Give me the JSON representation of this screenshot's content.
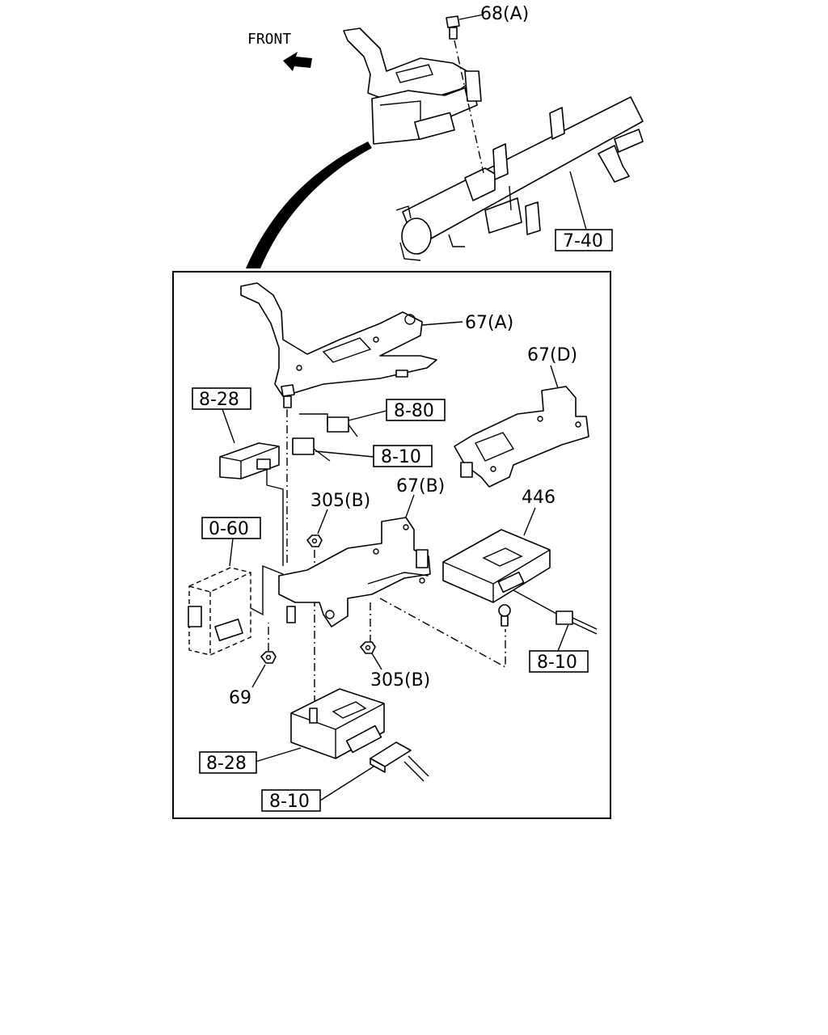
{
  "direction_label": "FRONT",
  "part_labels": {
    "bolt_68a": "68(A)",
    "bracket_67a": "67(A)",
    "bracket_67d": "67(D)",
    "bracket_67b": "67(B)",
    "nut_305b_upper": "305(B)",
    "nut_305b_lower": "305(B)",
    "module_446": "446",
    "nut_69": "69"
  },
  "reference_boxes": {
    "crossmember_ref": "7-40",
    "module_ref_upper": "8-28",
    "connector_ref_880": "8-80",
    "connector_ref_810_upper": "8-10",
    "unit_ref_060": "0-60",
    "connector_ref_810_right": "8-10",
    "module_ref_lower": "8-28",
    "connector_ref_810_lower": "8-10"
  }
}
